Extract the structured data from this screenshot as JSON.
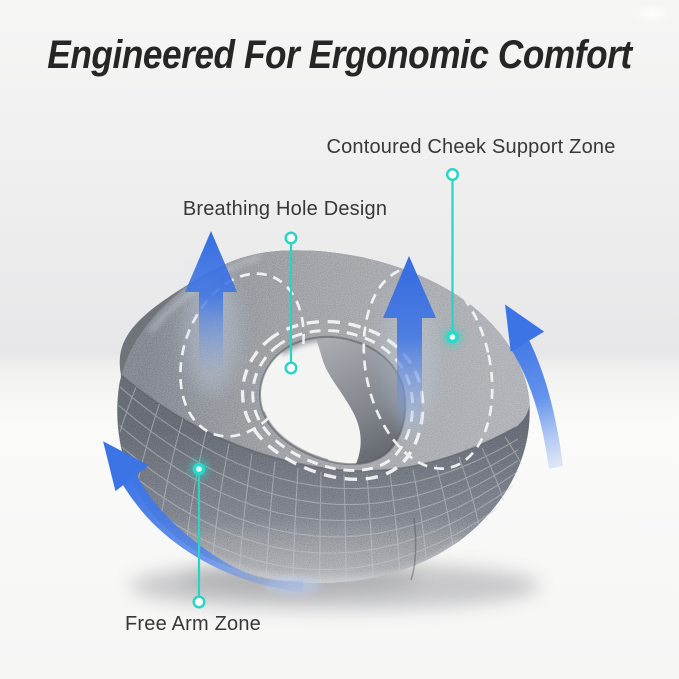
{
  "title": "Engineered For Ergonomic Comfort",
  "callouts": {
    "cheek_support": {
      "label": "Contoured Cheek Support Zone"
    },
    "breathing_hole": {
      "label": "Breathing Hole Design"
    },
    "free_arm": {
      "label": "Free Arm Zone"
    }
  },
  "icons": {
    "airflow_up_arrow": "straight blue arrow pointing up",
    "swoosh_arrow": "curved blue arrow sweeping upward",
    "callout_dot": "glowing teal dot",
    "callout_ring": "open teal ring"
  },
  "colors": {
    "accent_teal": "#26d5c4",
    "arrow_blue": "#3c74e6",
    "title_text": "#262626",
    "label_text": "#383838",
    "cushion_gray": "#82868d",
    "background_upper": "#e7e7e9",
    "background_lower": "#fafaf9"
  }
}
